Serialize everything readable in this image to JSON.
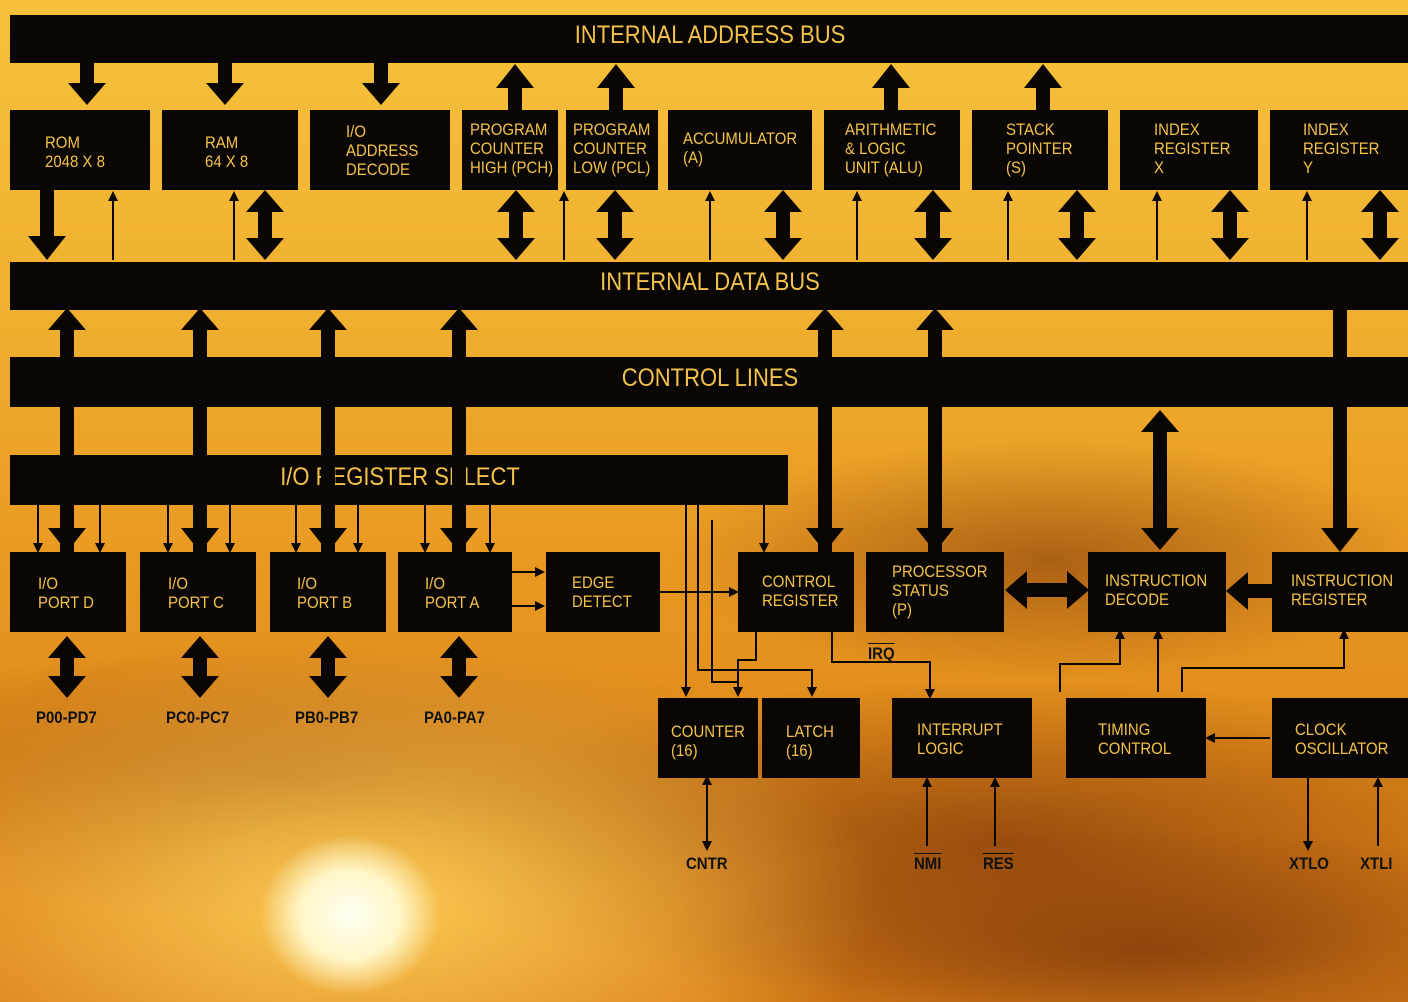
{
  "buses": {
    "address": "INTERNAL ADDRESS BUS",
    "data": "INTERNAL DATA BUS",
    "control": "CONTROL LINES",
    "io_select": "I/O REGISTER SELECT"
  },
  "top_blocks": [
    {
      "line1": "ROM",
      "line2": "2048 X 8",
      "line3": ""
    },
    {
      "line1": "RAM",
      "line2": "64 X 8",
      "line3": ""
    },
    {
      "line1": "I/O",
      "line2": "ADDRESS",
      "line3": "DECODE"
    },
    {
      "line1": "PROGRAM",
      "line2": "COUNTER",
      "line3": "HIGH (PCH)"
    },
    {
      "line1": "PROGRAM",
      "line2": "COUNTER",
      "line3": "LOW (PCL)"
    },
    {
      "line1": "ACCUMULATOR",
      "line2": "(A)",
      "line3": ""
    },
    {
      "line1": "ARITHMETIC",
      "line2": "& LOGIC",
      "line3": "UNIT (ALU)"
    },
    {
      "line1": "STACK",
      "line2": "POINTER",
      "line3": "(S)"
    },
    {
      "line1": "INDEX",
      "line2": "REGISTER",
      "line3": "X"
    },
    {
      "line1": "INDEX",
      "line2": "REGISTER",
      "line3": "Y"
    }
  ],
  "ports": [
    {
      "line1": "I/O",
      "line2": "PORT D",
      "pins": "P00-PD7"
    },
    {
      "line1": "I/O",
      "line2": "PORT C",
      "pins": "PC0-PC7"
    },
    {
      "line1": "I/O",
      "line2": "PORT B",
      "pins": "PB0-PB7"
    },
    {
      "line1": "I/O",
      "line2": "PORT A",
      "pins": "PA0-PA7"
    }
  ],
  "middle_blocks": {
    "edge": {
      "line1": "EDGE",
      "line2": "DETECT"
    },
    "control_register": {
      "line1": "CONTROL",
      "line2": "REGISTER"
    },
    "processor_status": {
      "line1": "PROCESSOR",
      "line2": "STATUS",
      "line3": "(P)"
    },
    "instruction_decode": {
      "line1": "INSTRUCTION",
      "line2": "DECODE"
    },
    "instruction_register": {
      "line1": "INSTRUCTION",
      "line2": "REGISTER"
    }
  },
  "bottom_blocks": {
    "counter": {
      "line1": "COUNTER",
      "line2": "(16)"
    },
    "latch": {
      "line1": "LATCH",
      "line2": "(16)"
    },
    "interrupt": {
      "line1": "INTERRUPT",
      "line2": "LOGIC"
    },
    "timing": {
      "line1": "TIMING",
      "line2": "CONTROL"
    },
    "clock": {
      "line1": "CLOCK",
      "line2": "OSCILLATOR"
    }
  },
  "signals": {
    "irq": "IRQ",
    "cntr": "CNTR",
    "nmi": "NMI",
    "res": "RES",
    "xtlo": "XTLO",
    "xtli": "XTLI"
  }
}
